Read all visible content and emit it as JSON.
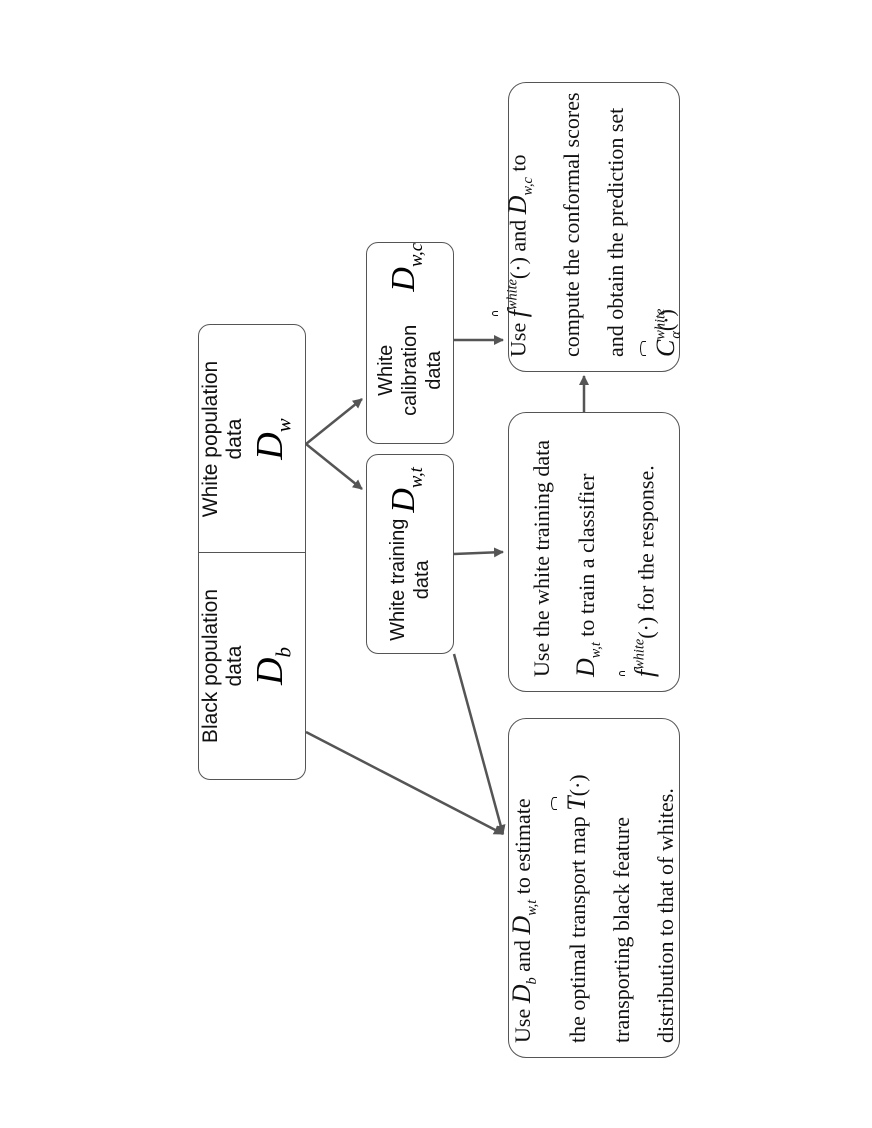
{
  "boxes": {
    "black_pop": {
      "label": "Black population data",
      "symbol": "D",
      "sub": "b"
    },
    "white_pop": {
      "label": "White population data",
      "symbol": "D",
      "sub": "w"
    },
    "white_train": {
      "label_1": "White training",
      "label_2": "data",
      "symbol": "D",
      "sub": "w,t"
    },
    "white_calib": {
      "label_1": "White calibration",
      "label_2": "data",
      "symbol": "D",
      "sub": "w,c"
    }
  },
  "step_ot": {
    "w_use": "Use",
    "w_and": "and",
    "w_estimate": "to estimate",
    "line_2": "the optimal transport map",
    "line_3": "transporting black feature",
    "line_4": "distribution to that of whites.",
    "sym_b": "D",
    "sub_b": "b",
    "sym_wt": "D",
    "sub_wt": "w,t",
    "map_sym": "T",
    "dot": "(·)"
  },
  "step_train": {
    "line_1": "Use the white training data",
    "w_train": "to train a classifier",
    "w_response": "for the response.",
    "sym_wt": "D",
    "sub_wt": "w,t",
    "f_sym": "f",
    "f_sup": "white",
    "dot": "(·)"
  },
  "step_conformal": {
    "w_use": "Use",
    "w_and": "and",
    "w_to": "to",
    "line_2": "compute the conformal scores",
    "line_3": "and obtain the prediction set",
    "f_sym": "f",
    "f_sup": "white",
    "dot": "(·)",
    "sym_wc": "D",
    "sub_wc": "w,c",
    "c_sym": "C",
    "c_sup": "white",
    "c_sub": "α"
  }
}
